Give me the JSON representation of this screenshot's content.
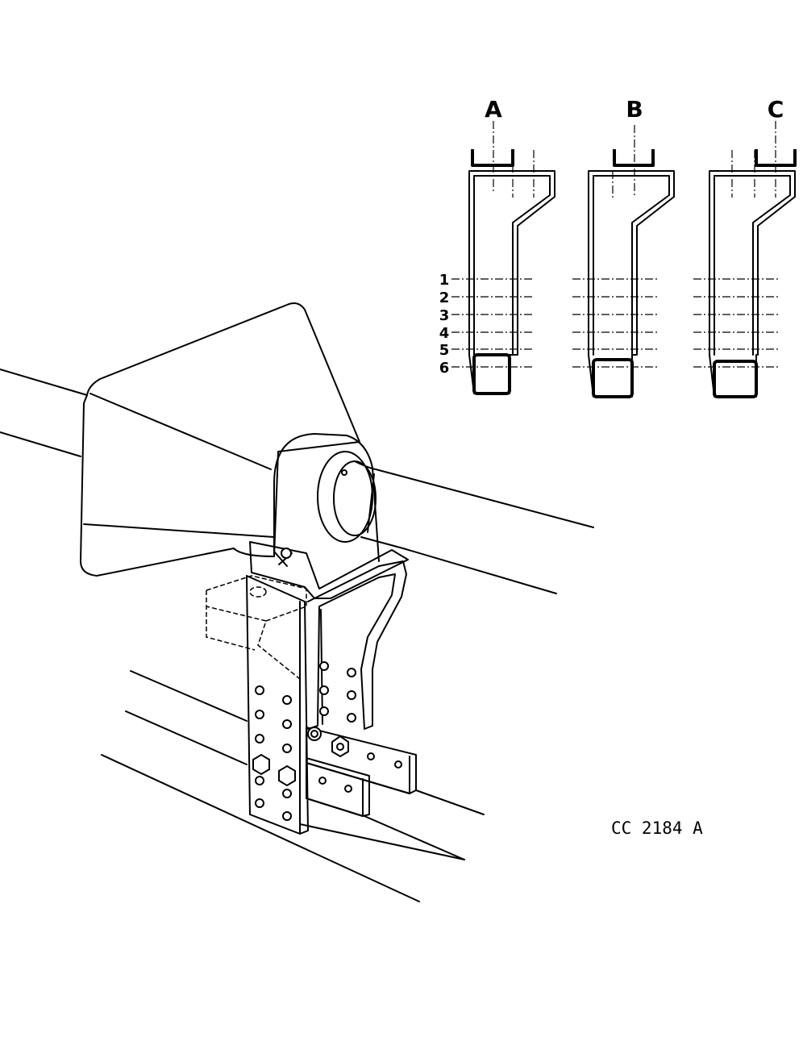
{
  "variants": [
    "A",
    "B",
    "C"
  ],
  "positions": [
    "1",
    "2",
    "3",
    "4",
    "5",
    "6"
  ],
  "drawing_code": "CC 2184 A"
}
